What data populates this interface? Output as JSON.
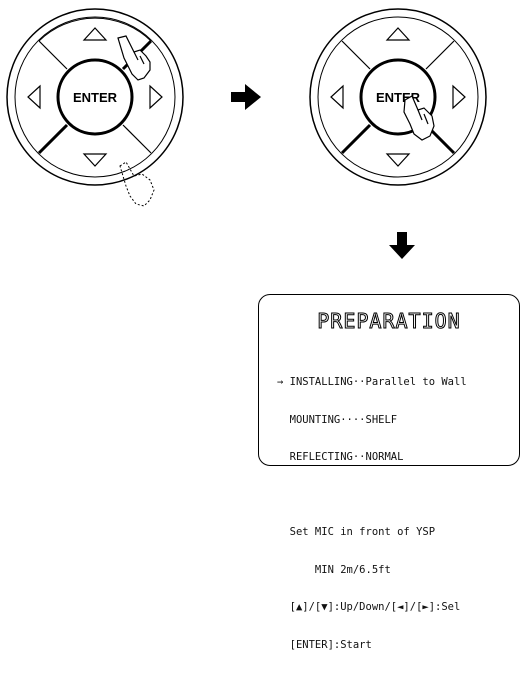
{
  "left_pad": {
    "center_label": "ENTER",
    "arrows": [
      "up-arrow-icon",
      "down-arrow-icon",
      "left-arrow-icon",
      "right-arrow-icon"
    ],
    "action": "press-up-arrow"
  },
  "right_pad": {
    "center_label": "ENTER",
    "arrows": [
      "up-arrow-icon",
      "down-arrow-icon",
      "left-arrow-icon",
      "right-arrow-icon"
    ],
    "action": "press-enter"
  },
  "flow_arrows": [
    "right-arrow-icon",
    "down-arrow-icon"
  ],
  "screen": {
    "title": "PREPARATION",
    "cursor": "→",
    "lines": [
      "→ INSTALLING··Parallel to Wall",
      "  MOUNTING····SHELF",
      "  REFLECTING··NORMAL",
      "",
      "  Set MIC in front of YSP",
      "      MIN 2m/6.5ft",
      "  [▲]/[▼]:Up/Down/[◄]/[►]:Sel",
      "  [ENTER]:Start"
    ]
  }
}
